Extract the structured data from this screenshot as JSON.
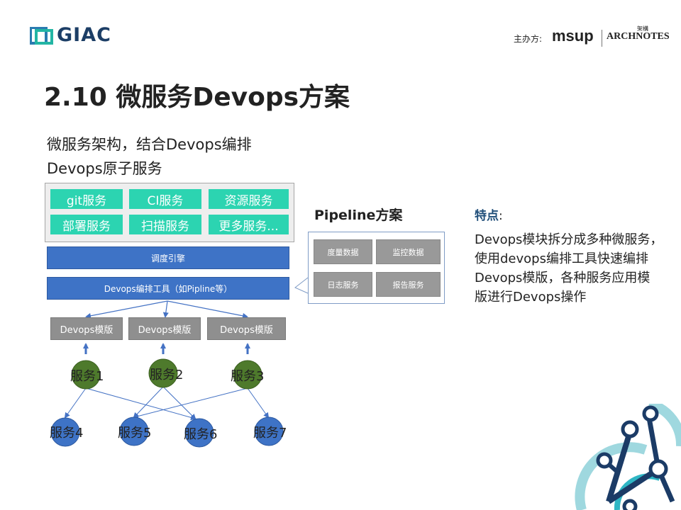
{
  "header": {
    "logo_text": "GIAC",
    "sponsor_label": "主办方:",
    "sponsor_1": "msup",
    "sponsor_2": "ARCHNOTES",
    "sponsor_2_cn": "架構"
  },
  "title": "2.10 微服务Devops方案",
  "intro": {
    "line1": "微服务架构，结合Devops编排",
    "line2": "Devops原子服务"
  },
  "services": [
    "git服务",
    "CI服务",
    "资源服务",
    "部署服务",
    "扫描服务",
    "更多服务..."
  ],
  "scheduler": "调度引擎",
  "orchestrator": "Devops编排工具（如Pipline等）",
  "templates": [
    "Devops模版",
    "Devops模版",
    "Devops模版"
  ],
  "top_services": [
    "服务1",
    "服务2",
    "服务3"
  ],
  "bottom_services": [
    "服务4",
    "服务5",
    "服务6",
    "服务7"
  ],
  "pipeline": {
    "title": "Pipeline方案",
    "cells": [
      "度量数据",
      "监控数据",
      "日志服务",
      "报告服务"
    ]
  },
  "features": {
    "title": "特点",
    "colon": ":",
    "lines": [
      "Devops模块拆分成多种微服务，",
      "使用devops编排工具快速编排",
      "Devops模版，各种服务应用模",
      "版进行Devops操作"
    ]
  },
  "colors": {
    "service_teal": "#2cd4b1",
    "bar_blue": "#3e73c6",
    "template_gray": "#8f8f8f",
    "node_green": "#4e7a2c",
    "node_blue": "#3e73c6",
    "feature_title": "#1f4e79"
  }
}
